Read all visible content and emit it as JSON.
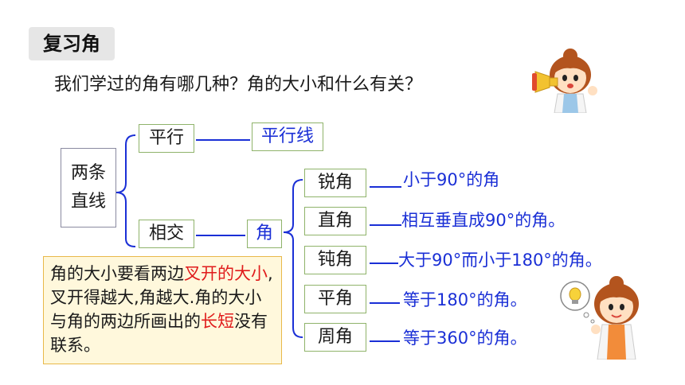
{
  "title": "复习角",
  "question": "我们学过的角有哪几种？角的大小和什么有关？",
  "root": {
    "line1": "两条",
    "line2": "直线"
  },
  "branches": {
    "parallel": "平行",
    "parallel_result": "平行线",
    "intersect": "相交",
    "intersect_result": "角"
  },
  "angles": [
    {
      "name": "锐角",
      "desc": "小于90°的角"
    },
    {
      "name": "直角",
      "desc": "相互垂直成90°的角。"
    },
    {
      "name": "钝角",
      "desc": "大于90°而小于180°的角。"
    },
    {
      "name": "平角",
      "desc": "等于180°的角。"
    },
    {
      "name": "周角",
      "desc": "等于360°的角。"
    }
  ],
  "note": {
    "p1": "角的大小要看两边",
    "h1": "叉开",
    "h2": "的大小",
    "p2": ",叉开得越大,角越大.角的大小与角的两边所画出的",
    "h3": "长短",
    "p3": "没有联系。"
  },
  "colors": {
    "accent_blue": "#1a2fd6",
    "highlight_red": "#e01b1b",
    "box_border": "#8fb36a",
    "note_bg": "#fff8dc"
  }
}
